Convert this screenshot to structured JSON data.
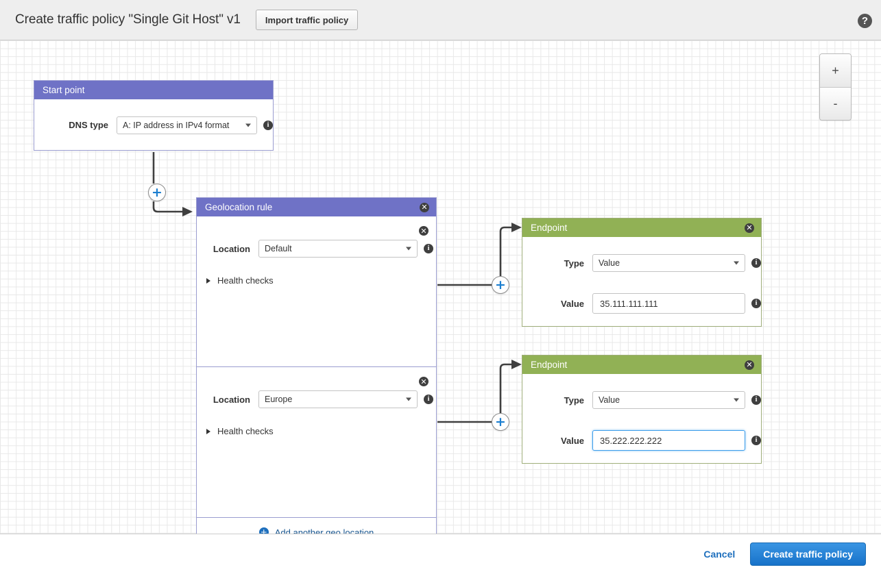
{
  "header": {
    "title": "Create traffic policy \"Single Git Host\" v1",
    "import_button": "Import traffic policy",
    "help_icon": "?"
  },
  "zoom_controls": {
    "zoom_in": "+",
    "zoom_out": "-"
  },
  "colors": {
    "rule_header": "#6f72c6",
    "endpoint_header": "#91b155",
    "accent_blue": "#1e6fbd",
    "focus_blue": "#3b9dea",
    "canvas_grid": "#e8e8e8"
  },
  "start_point": {
    "title": "Start point",
    "dns_type_label": "DNS type",
    "dns_type_value": "A: IP address in IPv4 format"
  },
  "geolocation_rule": {
    "title": "Geolocation rule",
    "close_icon": "✕",
    "locations": [
      {
        "label": "Location",
        "value": "Default",
        "health_checks_label": "Health checks",
        "expanded": false
      },
      {
        "label": "Location",
        "value": "Europe",
        "health_checks_label": "Health checks",
        "expanded": false
      }
    ],
    "add_location_label": "Add another geo location",
    "add_icon": "+"
  },
  "endpoints": [
    {
      "title": "Endpoint",
      "type_label": "Type",
      "type_value": "Value",
      "value_label": "Value",
      "value": "35.111.111.111",
      "focused": false
    },
    {
      "title": "Endpoint",
      "type_label": "Type",
      "type_value": "Value",
      "value_label": "Value",
      "value": "35.222.222.222",
      "focused": true
    }
  ],
  "connectors": {
    "plus_label": "+"
  },
  "footer": {
    "cancel_label": "Cancel",
    "create_label": "Create traffic policy"
  }
}
